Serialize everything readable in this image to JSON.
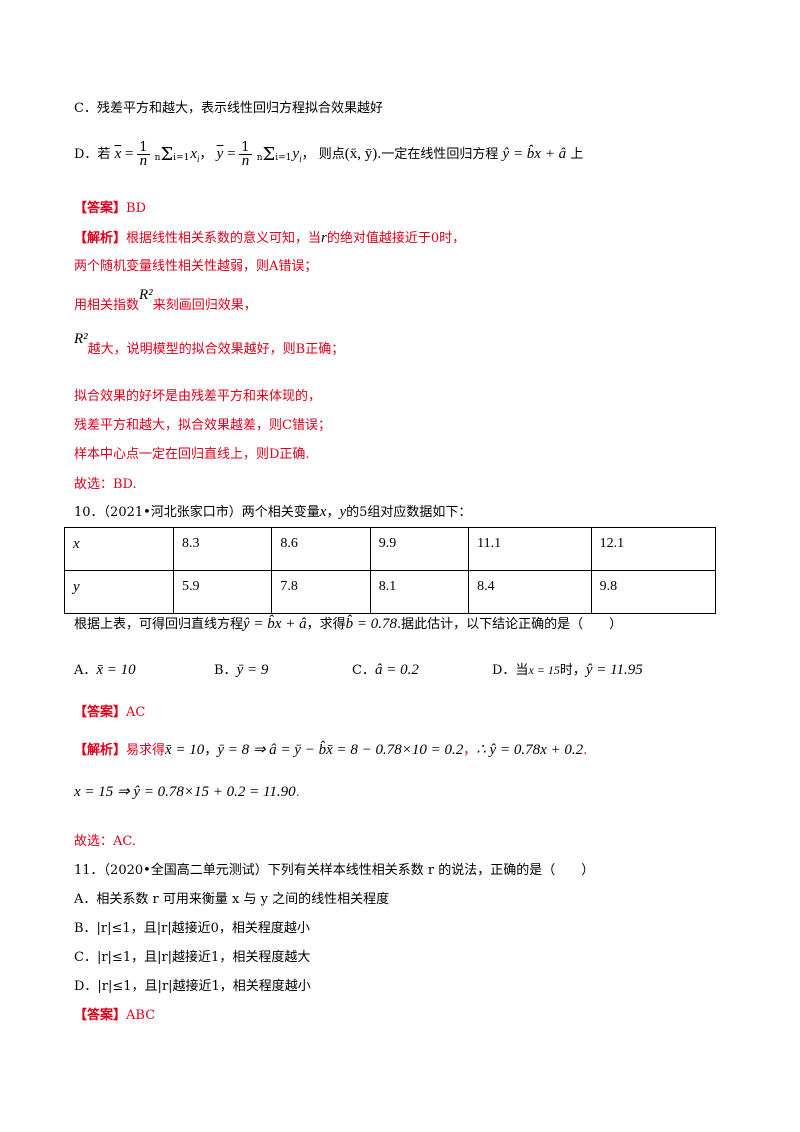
{
  "q9": {
    "option_c": "C．残差平方和越大，表示线性回归方程拟合效果越好",
    "option_d_prefix": "D．若",
    "option_d_xbar": "x",
    "option_d_ybar": "y",
    "option_d_middle": "则点",
    "option_d_point": "(x̄, ȳ)",
    "option_d_after_point": ".一定在线性回归方程",
    "option_d_equation": "ŷ = b̂x + â",
    "option_d_suffix": "上",
    "answer_label": "【答案】",
    "answer_value": "BD",
    "analysis_label": "【解析】",
    "analysis_line1a": "根据线性相关系数的意义可知，当",
    "analysis_line1_r": "r",
    "analysis_line1b": "的绝对值越接近于0时，",
    "analysis_line2": "两个随机变量线性相关性越弱，则A错误；",
    "analysis_line3a": "用相关指数",
    "analysis_line3_r2": "R²",
    "analysis_line3b": "来刻画回归效果，",
    "analysis_line4_r2": "R²",
    "analysis_line4b": "越大，说明模型的拟合效果越好，则B正确；",
    "analysis_line5": "拟合效果的好坏是由残差平方和来体现的，",
    "analysis_line6": "残差平方和越大，拟合效果越差，则C错误；",
    "analysis_line7": "样本中心点一定在回归直线上，则D正确.",
    "conclusion": "故选：BD."
  },
  "q10": {
    "stem": "10．（2021•河北张家口市）两个相关变量",
    "stem_x": "x",
    "stem_sep": "，",
    "stem_y": "y",
    "stem_tail": "的5组对应数据如下：",
    "table": {
      "x_label": "x",
      "y_label": "y",
      "x_values": [
        "8.3",
        "8.6",
        "9.9",
        "11.1",
        "12.1"
      ],
      "y_values": [
        "5.9",
        "7.8",
        "8.1",
        "8.4",
        "9.8"
      ]
    },
    "line2a": "根据上表，可得回归直线方程",
    "line2_eq": "ŷ = b̂x + â",
    "line2b": "，求得",
    "line2_b": "b̂ = 0.78",
    "line2c": ".据此估计，以下结论正确的是（　　）",
    "opt_a_label": "A．",
    "opt_a": "x̄ = 10",
    "opt_b_label": "B．",
    "opt_b": "ȳ = 9",
    "opt_c_label": "C．",
    "opt_c": "â = 0.2",
    "opt_d_label": "D．当",
    "opt_d_cond": "x = 15",
    "opt_d_mid": "时，",
    "opt_d_val": "ŷ = 11.95",
    "answer_label": "【答案】",
    "answer_value": "AC",
    "analysis_label": "【解析】",
    "analysis_a": "易求得",
    "analysis_eq1": "x̄ = 10",
    "analysis_eq2": "ȳ = 8 ⇒ â = ȳ − b̂x̄ = 8 − 0.78×10 = 0.2",
    "analysis_eq3": "∴ ŷ = 0.78x + 0.2",
    "analysis_eq4": "x = 15 ⇒ ŷ = 0.78×15 + 0.2 = 11.90",
    "conclusion": "故选：AC."
  },
  "q11": {
    "stem": "11．（2020•全国高二单元测试）下列有关样本线性相关系数 r 的说法，正确的是（　　）",
    "opt_a": "A．相关系数 r 可用来衡量 x 与 y 之间的线性相关程度",
    "opt_b": "B．|r|≤1，且|r|越接近0，相关程度越小",
    "opt_c": "C．|r|≤1，且|r|越接近1，相关程度越大",
    "opt_d": "D．|r|≤1，且|r|越接近1，相关程度越小",
    "answer_label": "【答案】",
    "answer_value": "ABC"
  }
}
